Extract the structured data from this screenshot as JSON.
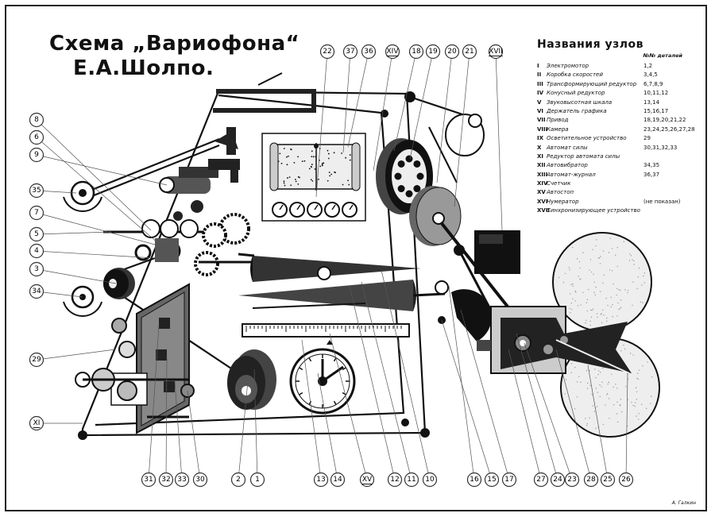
{
  "title": {
    "line1": "Схема „Вариофона“",
    "line2": "Е.А.Шолпо."
  },
  "legend": {
    "heading": "Названия узлов",
    "column_header": "№№ деталей",
    "items": [
      {
        "roman": "I",
        "name": "Электромотор",
        "parts": "1,2"
      },
      {
        "roman": "II",
        "name": "Коробка скоростей",
        "parts": "3,4,5"
      },
      {
        "roman": "III",
        "name": "Трансформирующий редуктор",
        "parts": "6,7,8,9"
      },
      {
        "roman": "IV",
        "name": "Конусный редуктор",
        "parts": "10,11,12"
      },
      {
        "roman": "V",
        "name": "Звуковысотная шкала",
        "parts": "13,14"
      },
      {
        "roman": "VI",
        "name": "Держатель графика",
        "parts": "15,16,17"
      },
      {
        "roman": "VII",
        "name": "Привод",
        "parts": "18,19,20,21,22"
      },
      {
        "roman": "VIII",
        "name": "Камера",
        "parts": "23,24,25,26,27,28"
      },
      {
        "roman": "IX",
        "name": "Осветительное устройство",
        "parts": "29"
      },
      {
        "roman": "X",
        "name": "Автомат силы",
        "parts": "30,31,32,33"
      },
      {
        "roman": "XI",
        "name": "Редуктор автомата силы",
        "parts": ""
      },
      {
        "roman": "XII",
        "name": "Автовибратор",
        "parts": "34,35"
      },
      {
        "roman": "XIII",
        "name": "Автомат-журнал",
        "parts": "36,37"
      },
      {
        "roman": "XIV",
        "name": "Счетчик",
        "parts": ""
      },
      {
        "roman": "XV",
        "name": "Автостоп",
        "parts": ""
      },
      {
        "roman": "XVI",
        "name": "Нумератор",
        "parts": "(не показан)"
      },
      {
        "roman": "XVII",
        "name": "Синхронизирующее устройство",
        "parts": ""
      }
    ]
  },
  "callouts": {
    "top": [
      "22",
      "37",
      "36",
      "XIV",
      "18",
      "19",
      "20",
      "21",
      "XVII"
    ],
    "left": [
      "8",
      "6",
      "9",
      "35",
      "7",
      "5",
      "4",
      "3",
      "34",
      "29",
      "XI"
    ],
    "bottom": [
      "31",
      "32",
      "33",
      "30",
      "2",
      "1",
      "13",
      "14",
      "XV",
      "12",
      "11",
      "10",
      "16",
      "15",
      "17",
      "27",
      "24",
      "23",
      "28",
      "25",
      "26"
    ]
  },
  "credit": "А. Галкин",
  "colors": {
    "ink": "#111111",
    "paper": "#ffffff"
  }
}
